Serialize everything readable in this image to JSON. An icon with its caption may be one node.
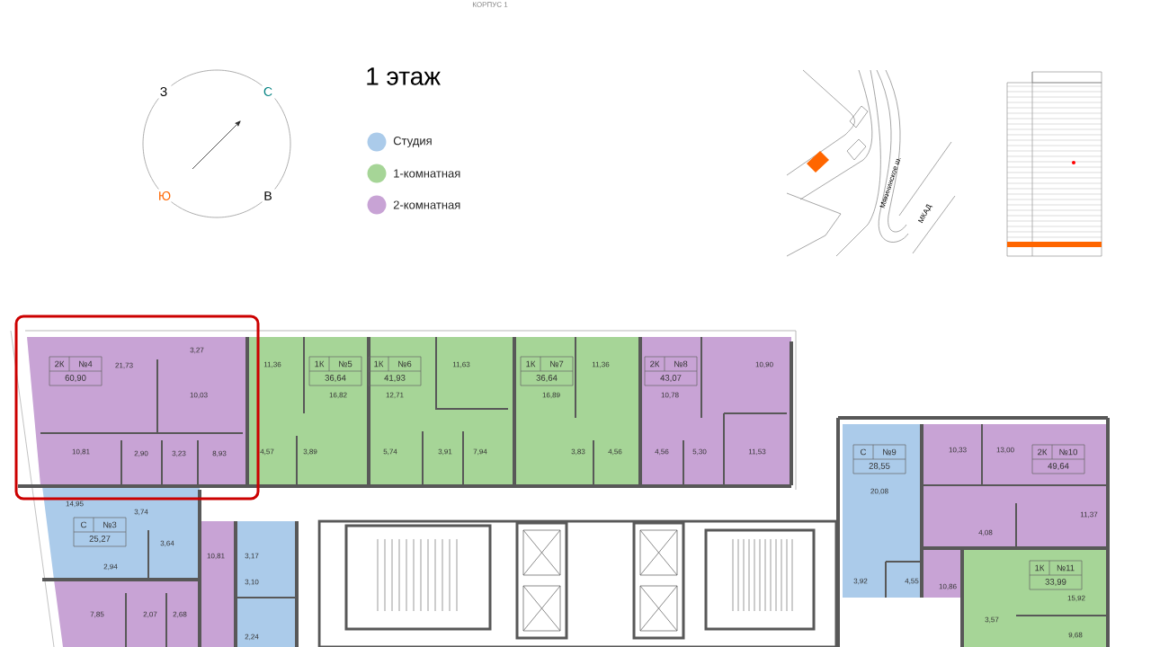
{
  "diagram": {
    "title": "1 этаж",
    "nodes": [
      {
        "text": [
          "2К",
          "№4",
          "60,90"
        ]
      },
      {
        "text": [
          "1К",
          "№5",
          "36,64"
        ]
      },
      {
        "text": [
          "1К",
          "№6",
          "41,93"
        ]
      },
      {
        "text": [
          "1К",
          "№7",
          "36,64"
        ]
      },
      {
        "text": [
          "2К",
          "№8",
          "43,07"
        ]
      },
      {
        "text": [
          "С",
          "№9",
          "28,55"
        ]
      },
      {
        "text": [
          "2К",
          "№10",
          "49,64"
        ]
      },
      {
        "text": [
          "С",
          "№3",
          "25,27"
        ]
      },
      {
        "text": [
          "1К",
          "№11",
          "33,99"
        ]
      }
    ],
    "labels": [
      "КОРПУС 1",
      "З",
      "С",
      "Ю",
      "В",
      "Мякининское ш.",
      "МКАД",
      "3,27",
      "21,73",
      "11,36",
      "11,63",
      "11,36",
      "10,90",
      "10,03",
      "16,82",
      "12,71",
      "16,89",
      "10,78",
      "10,81",
      "2,90",
      "3,23",
      "8,93",
      "4,57",
      "3,89",
      "5,74",
      "3,91",
      "7,94",
      "3,83",
      "4,56",
      "4,56",
      "5,30",
      "11,53",
      "10,33",
      "13,00",
      "20,08",
      "14,95",
      "3,74",
      "11,37",
      "4,08",
      "3,64",
      "10,81",
      "3,17",
      "2,94",
      "3,10",
      "3,92",
      "4,55",
      "10,86",
      "15,92",
      "7,85",
      "2,07",
      "2,68",
      "3,57",
      "2,24",
      "9,68"
    ],
    "legend": [
      {
        "text": "Студия",
        "color": "#abcbea"
      },
      {
        "text": "1-комнатная",
        "color": "#a6d597"
      },
      {
        "text": "2-комнатная",
        "color": "#c8a3d5"
      }
    ]
  }
}
